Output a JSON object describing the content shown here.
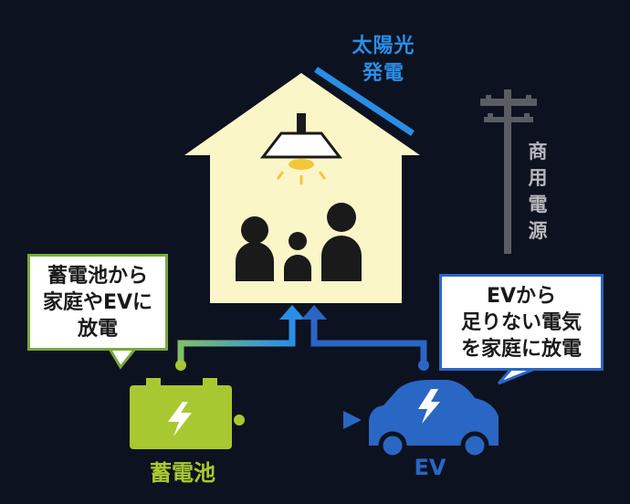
{
  "solar": {
    "line1": "太陽光",
    "line2": "発電"
  },
  "grid": {
    "chars": [
      "商",
      "用",
      "電",
      "源"
    ]
  },
  "bubble_battery": {
    "line1": "蓄電池から",
    "line2": "家庭やEVに",
    "line3": "放電"
  },
  "bubble_ev": {
    "line1": "EVから",
    "line2": "足りない電気",
    "line3": "を家庭に放電"
  },
  "battery_label": "蓄電池",
  "ev_label": "EV",
  "colors": {
    "background": "#0d1220",
    "house": "#fbf6c8",
    "solar_blue": "#2a8ee6",
    "battery_green": "#a8c832",
    "ev_blue": "#2a66c4",
    "moon": "#f2c83a",
    "pole_gray": "#b6b8bc"
  },
  "icons": [
    "moon-icon",
    "lamp-icon",
    "family-icon",
    "utility-pole-icon",
    "battery-icon",
    "lightning-icon",
    "car-icon",
    "arrow-icon"
  ]
}
